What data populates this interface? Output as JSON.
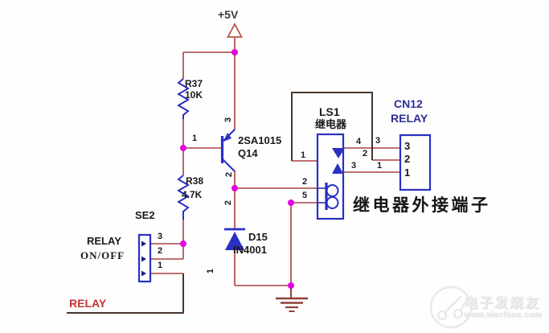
{
  "power": {
    "label": "+5V"
  },
  "resistors": {
    "r37": {
      "ref": "R37",
      "value": "10K"
    },
    "r38": {
      "ref": "R38",
      "value": "4.7K"
    }
  },
  "transistor": {
    "part": "2SA1015",
    "ref": "Q14",
    "pin_base": "1",
    "pin_emitter": "3",
    "pin_collector": "2"
  },
  "diode": {
    "ref": "D15",
    "value": "IN4001",
    "pin_cathode": "2",
    "pin_anode": "1"
  },
  "se2": {
    "ref": "SE2",
    "function_line1": "RELAY",
    "function_line2": "ON/OFF",
    "pin3": "3",
    "pin2": "2",
    "pin1": "1"
  },
  "ls1": {
    "ref": "LS1",
    "name_cn": "继电器",
    "pin1": "1",
    "pin2": "2",
    "pin3": "3",
    "pin4": "4",
    "pin5": "5"
  },
  "cn12": {
    "ref": "CN12",
    "label": "RELAY",
    "wire3": "3",
    "wire2": "2",
    "wire1": "1",
    "inner3": "3",
    "inner2": "2",
    "inner1": "1"
  },
  "net_relay": "RELAY",
  "caption": "继电器外接端子",
  "watermark": {
    "brand": "电子发烧友",
    "site": "www.elecfans.com"
  },
  "colors": {
    "wire": "#a84040",
    "bus_wire": "#46362e",
    "component": "#2b2fc4",
    "junction_dot": "#e203e2",
    "power_symbol": "#b65747",
    "ground": "#8f4038",
    "net_text": "#c23434",
    "label_text": "#1a1a1a",
    "connector_text": "#2e2e96"
  }
}
